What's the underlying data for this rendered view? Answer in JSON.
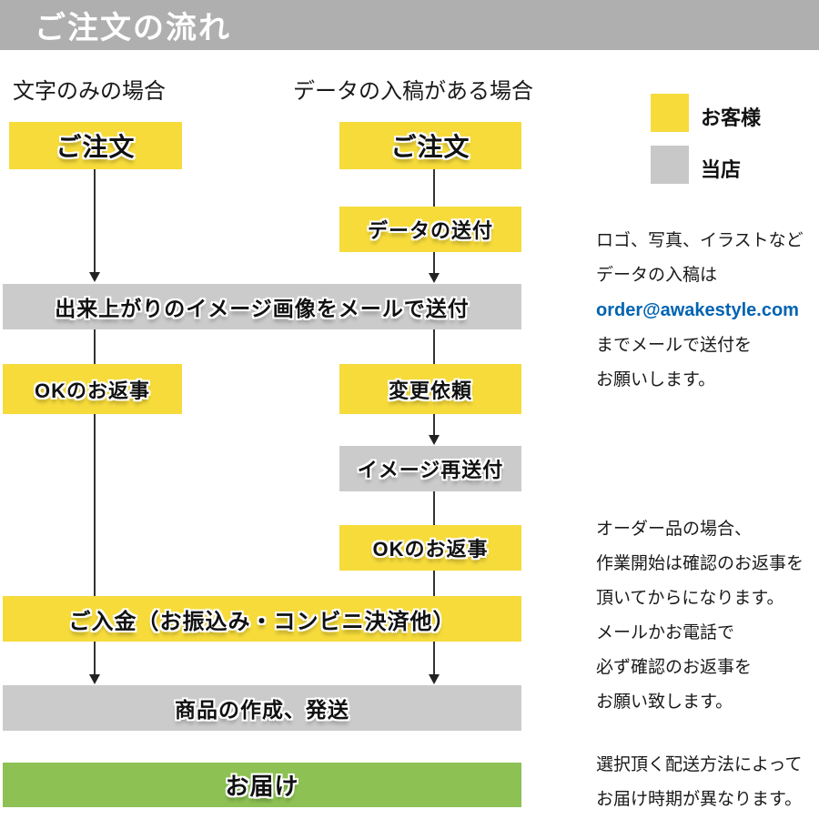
{
  "header": {
    "title": "ご注文の流れ"
  },
  "columns": {
    "left_heading": "文字のみの場合",
    "right_heading": "データの入稿がある場合"
  },
  "legend": {
    "customer_label": "お客様",
    "shop_label": "当店"
  },
  "flow": {
    "order_left": "ご注文",
    "order_right": "ご注文",
    "data_send": "データの送付",
    "image_send": "出来上がりのイメージ画像をメールで送付",
    "ok_reply_left": "OKのお返事",
    "change_request": "変更依頼",
    "image_resend": "イメージ再送付",
    "ok_reply_right": "OKのお返事",
    "payment": "ご入金（お振込み・コンビニ決済他）",
    "production": "商品の作成、発送",
    "delivery": "お届け"
  },
  "notes": {
    "data_submission": {
      "line1": "ロゴ、写真、イラストなど",
      "line2": "データの入稿は",
      "email": "order@awakestyle.com",
      "line3": "までメールで送付を",
      "line4": "お願いします。"
    },
    "order_confirmation": {
      "line1": "オーダー品の場合、",
      "line2": "作業開始は確認のお返事を",
      "line3": "頂いてからになります。",
      "line4": "メールかお電話で",
      "line5": "必ず確認のお返事を",
      "line6": "お願い致します。"
    },
    "delivery_time": {
      "line1": "選択頂く配送方法によって",
      "line2": "お届け時期が異なります。"
    }
  },
  "colors": {
    "customer_yellow": "#f6db3b",
    "shop_gray": "#cbcbcb",
    "delivery_green": "#8dc153",
    "header_gray": "#afafaf",
    "email_blue": "#0063b1",
    "connector": "#333333"
  }
}
